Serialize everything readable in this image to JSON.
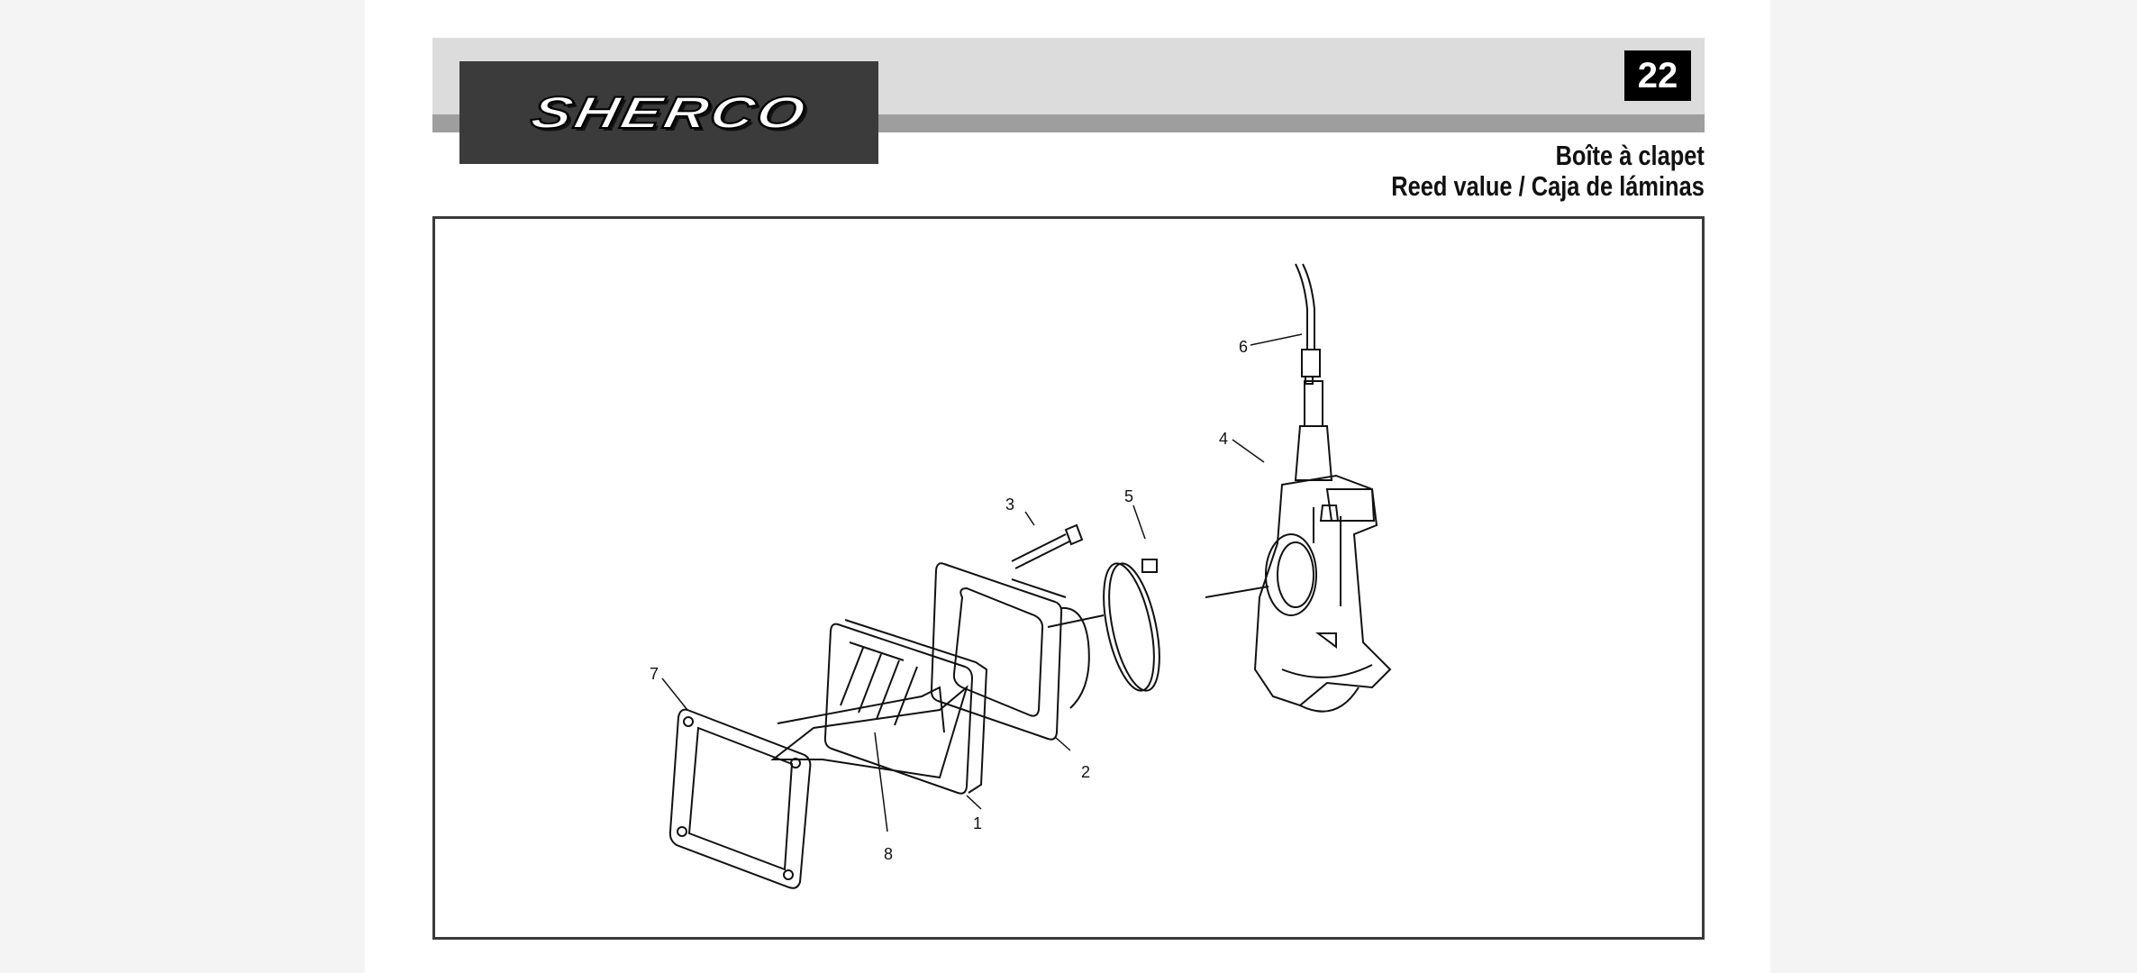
{
  "header": {
    "brand": "SHERCO",
    "page_number": "22",
    "title_line1": "Boîte à clapet",
    "title_line2": "Reed value / Caja de láminas"
  },
  "diagram": {
    "callouts": [
      "1",
      "2",
      "3",
      "4",
      "5",
      "6",
      "7",
      "8"
    ]
  }
}
